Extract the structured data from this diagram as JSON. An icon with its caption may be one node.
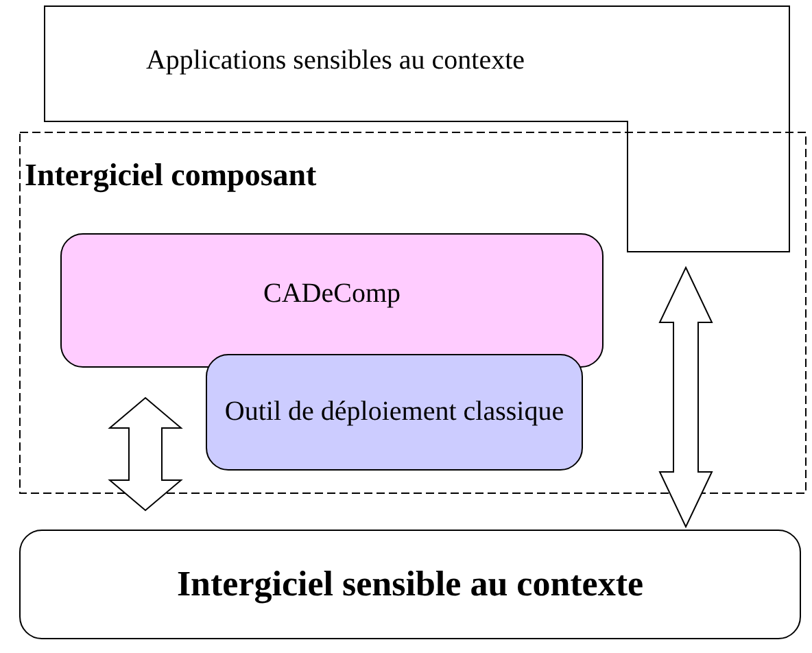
{
  "diagram": {
    "nodes": [
      {
        "text": [
          "Applications sensibles au contexte"
        ]
      },
      {
        "text": [
          "Intergiciel composant"
        ]
      },
      {
        "text": [
          "CADeComp"
        ],
        "in": 1
      },
      {
        "text": [
          "Outil de déploiement classique"
        ],
        "in": 1
      },
      {
        "text": [
          "Intergiciel sensible au contexte"
        ]
      }
    ],
    "edges": [
      {
        "from": 2,
        "to": 4,
        "arrow": "both"
      },
      {
        "from": 0,
        "to": 4,
        "arrow": "both"
      }
    ]
  }
}
